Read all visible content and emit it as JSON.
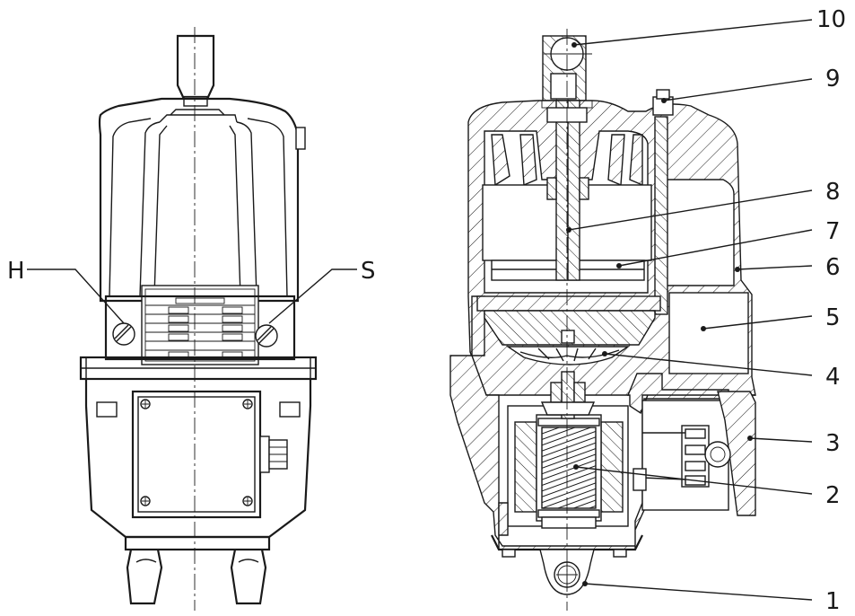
{
  "front_view": {
    "labels": [
      {
        "id": "H",
        "text": "H"
      },
      {
        "id": "S",
        "text": "S"
      }
    ]
  },
  "section_view": {
    "callouts": [
      {
        "id": "1",
        "text": "1"
      },
      {
        "id": "2",
        "text": "2"
      },
      {
        "id": "3",
        "text": "3"
      },
      {
        "id": "4",
        "text": "4"
      },
      {
        "id": "5",
        "text": "5"
      },
      {
        "id": "6",
        "text": "6"
      },
      {
        "id": "7",
        "text": "7"
      },
      {
        "id": "8",
        "text": "8"
      },
      {
        "id": "9",
        "text": "9"
      },
      {
        "id": "10",
        "text": "10"
      }
    ]
  },
  "colors": {
    "line": "#1a1a1a",
    "background": "#ffffff"
  }
}
